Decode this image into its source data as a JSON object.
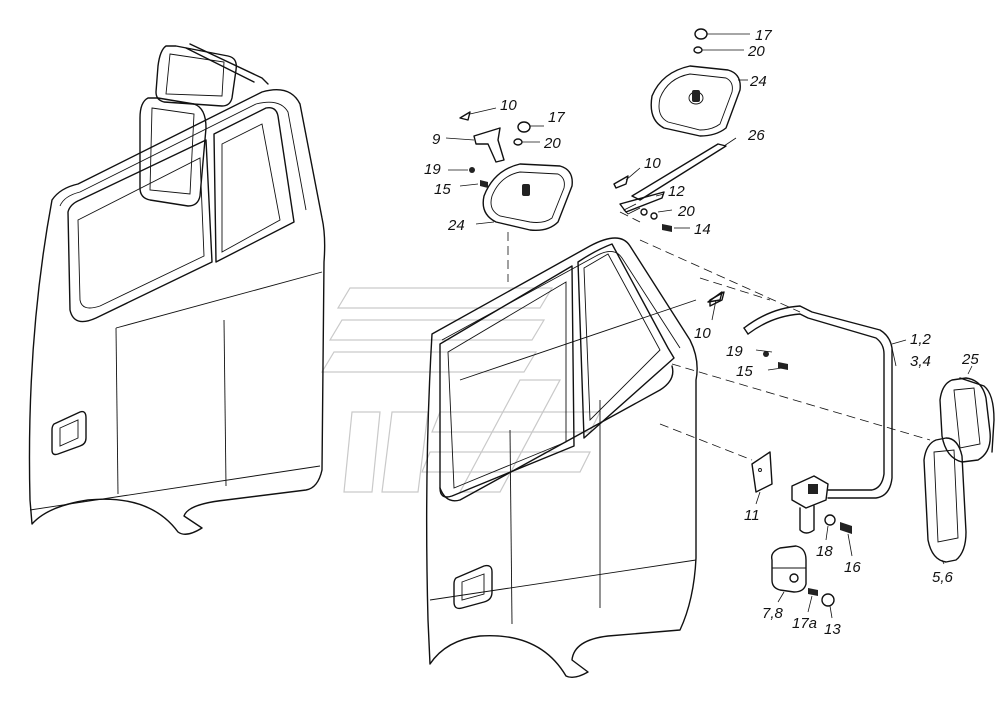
{
  "callouts": [
    {
      "id": "c17a_top",
      "text": "17"
    },
    {
      "id": "c20_top",
      "text": "20"
    },
    {
      "id": "c24_top",
      "text": "24"
    },
    {
      "id": "c26",
      "text": "26"
    },
    {
      "id": "c10_a",
      "text": "10"
    },
    {
      "id": "c17_mid",
      "text": "17"
    },
    {
      "id": "c9",
      "text": "9"
    },
    {
      "id": "c20_mid",
      "text": "20"
    },
    {
      "id": "c19_a",
      "text": "19"
    },
    {
      "id": "c15_a",
      "text": "15"
    },
    {
      "id": "c24_left",
      "text": "24"
    },
    {
      "id": "c10_b",
      "text": "10"
    },
    {
      "id": "c12",
      "text": "12"
    },
    {
      "id": "c20_b",
      "text": "20"
    },
    {
      "id": "c14",
      "text": "14"
    },
    {
      "id": "c10_c",
      "text": "10"
    },
    {
      "id": "c1_2",
      "text": "1,2"
    },
    {
      "id": "c3_4",
      "text": "3,4"
    },
    {
      "id": "c25",
      "text": "25"
    },
    {
      "id": "c19_b",
      "text": "19"
    },
    {
      "id": "c15_b",
      "text": "15"
    },
    {
      "id": "c11",
      "text": "11"
    },
    {
      "id": "c18",
      "text": "18"
    },
    {
      "id": "c16",
      "text": "16"
    },
    {
      "id": "c5_6",
      "text": "5,6"
    },
    {
      "id": "c7_8",
      "text": "7,8"
    },
    {
      "id": "c17a",
      "text": "17a"
    },
    {
      "id": "c13",
      "text": "13"
    }
  ],
  "colors": {
    "line": "#111111",
    "watermark": "#c9c9c9",
    "background": "#ffffff"
  }
}
